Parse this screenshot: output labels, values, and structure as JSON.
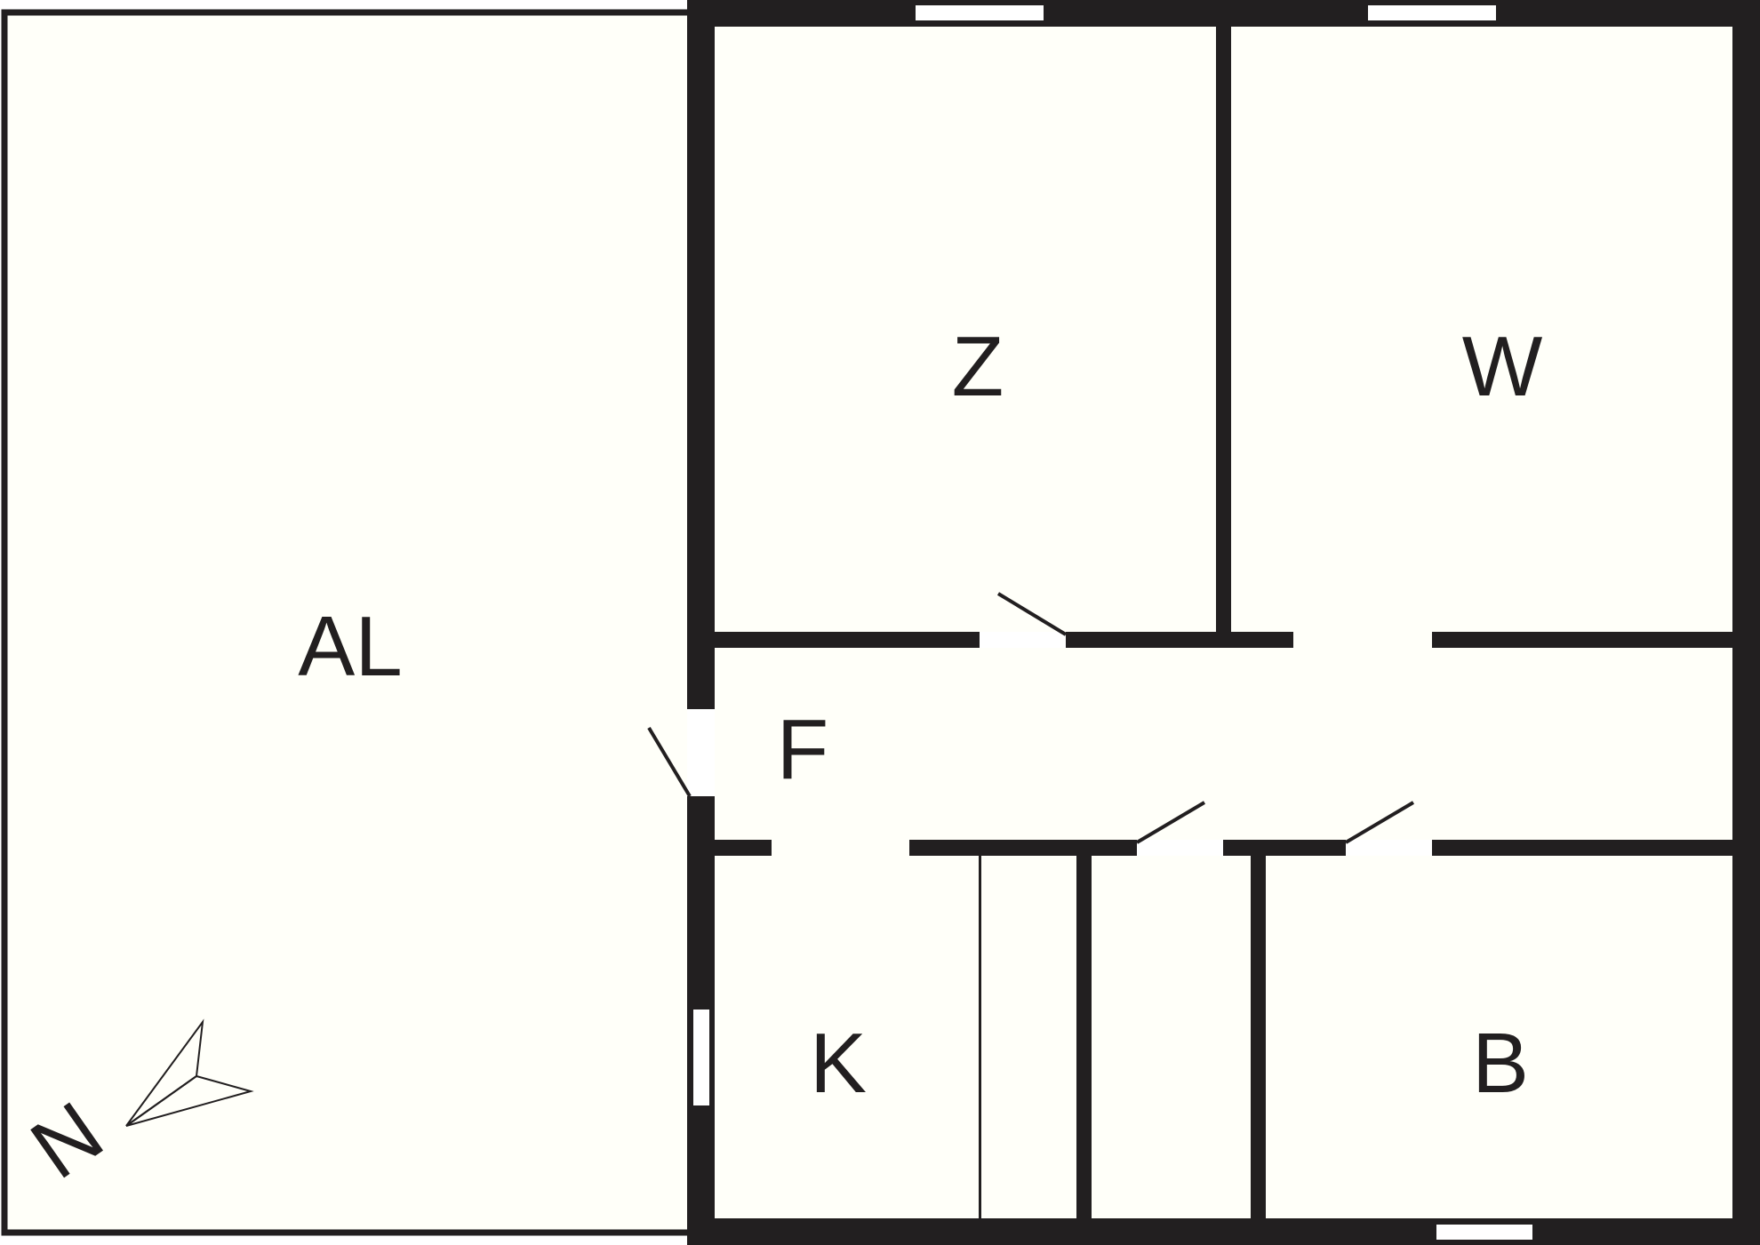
{
  "floorplan": {
    "rooms": [
      {
        "id": "al",
        "label": "AL"
      },
      {
        "id": "z",
        "label": "Z"
      },
      {
        "id": "w",
        "label": "W"
      },
      {
        "id": "f",
        "label": "F"
      },
      {
        "id": "k",
        "label": "K"
      },
      {
        "id": "b",
        "label": "B"
      }
    ],
    "compass": {
      "label": "N",
      "icon": "north-arrow-icon"
    },
    "colors": {
      "wall": "#221f20",
      "floor": "#fffff9",
      "window": "#ffffff"
    }
  }
}
